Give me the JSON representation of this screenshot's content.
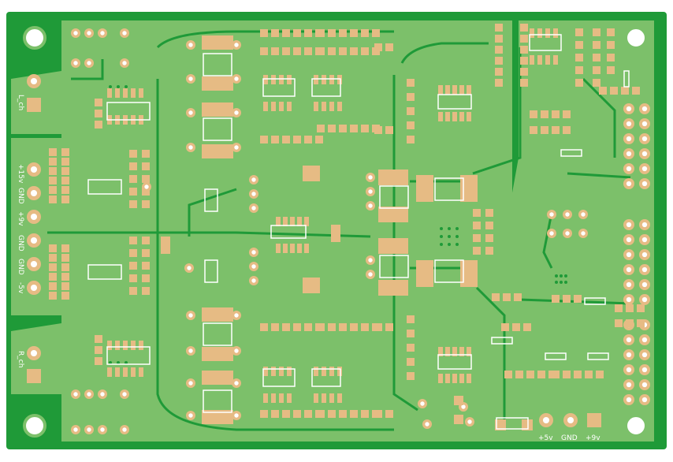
{
  "colors": {
    "substrate": "#1f9a38",
    "copper": "#7cc06a",
    "copper_dark": "#5fae56",
    "pad": "#e6bb84",
    "hole": "#ffffff",
    "silk": "#ffffff",
    "background": "#ffffff"
  },
  "labels": {
    "left_channel": "L_ch",
    "right_channel": "R_ch",
    "power_left": {
      "p15": "+15v",
      "gnd1": "GND",
      "p9": "+9v",
      "gnd2": "GND",
      "gnd3": "GND",
      "m5": "-5v"
    },
    "power_bottom": {
      "p5": "+5v",
      "gnd": "GND",
      "p9": "+9v"
    }
  }
}
